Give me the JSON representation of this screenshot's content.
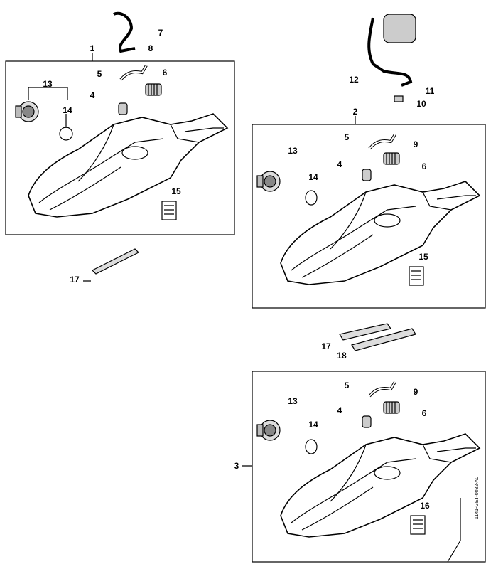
{
  "diagram": {
    "callouts": {
      "group1": {
        "assembly": "1",
        "hose": "8",
        "clip": "7",
        "elbow": "5",
        "filter": "6",
        "valve": "4",
        "pump": "13",
        "ring": "14",
        "label": "15",
        "strip": "17"
      },
      "top_right": {
        "line": "12",
        "hose": "11",
        "fitting": "10"
      },
      "group2": {
        "assembly": "2",
        "elbow": "5",
        "cap": "9",
        "pump": "13",
        "ring": "14",
        "valve": "4",
        "filter": "6",
        "label": "15",
        "strip17": "17",
        "strip18": "18"
      },
      "group3": {
        "assembly": "3",
        "elbow": "5",
        "cap": "9",
        "pump": "13",
        "ring": "14",
        "valve": "4",
        "filter": "6",
        "label": "16"
      }
    },
    "drawing_code": "1141-GET-0032-A0"
  }
}
